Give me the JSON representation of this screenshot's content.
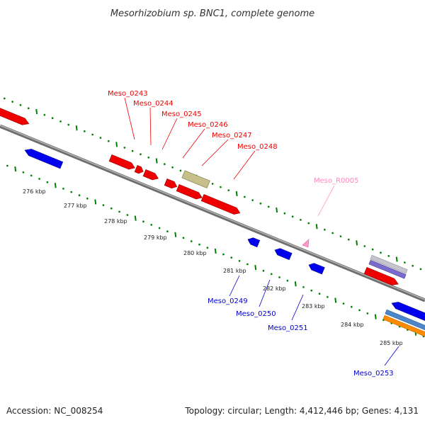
{
  "title": "Mesorhizobium sp. BNC1, complete genome",
  "accession_text": "Accession: NC_008254",
  "topology_text": "Topology: circular; Length: 4,412,446 bp; Genes: 4,131",
  "colors": {
    "forward_gene": "#ff0000",
    "reverse_gene": "#0000ff",
    "rna_gene": "#ff99cc",
    "olive_feature": "#c8c08a",
    "lavender_feature": "#9a8ccc",
    "orange_feature": "#ff8c00",
    "steelblue_feature": "#4a86c8",
    "backbone": "#8a8a8a",
    "tick": "#008000"
  },
  "kbp_labels": [
    "276 kbp",
    "277 kbp",
    "278 kbp",
    "279 kbp",
    "280 kbp",
    "281 kbp",
    "282 kbp",
    "283 kbp",
    "284 kbp",
    "285 kbp"
  ],
  "forward_gene_labels": [
    "Meso_0243",
    "Meso_0244",
    "Meso_0245",
    "Meso_0246",
    "Meso_0247",
    "Meso_0248"
  ],
  "rna_gene_labels": [
    "Meso_R0005"
  ],
  "reverse_gene_labels": [
    "Meso_0249",
    "Meso_0250",
    "Meso_0251",
    "Meso_0253"
  ]
}
